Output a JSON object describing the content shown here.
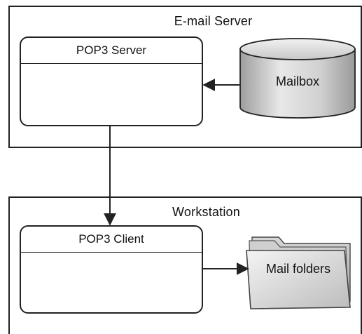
{
  "server_zone": {
    "title": "E-mail Server",
    "process_title": "POP3 Server",
    "store_label": "Mailbox"
  },
  "workstation_zone": {
    "title": "Workstation",
    "process_title": "POP3 Client",
    "folder_label": "Mail folders"
  },
  "colors": {
    "stroke": "#222222",
    "cylinder_light": "#e4e4e4",
    "cylinder_dark": "#a9a9a9",
    "folder_light": "#ececec",
    "folder_dark": "#c2c2c2"
  }
}
